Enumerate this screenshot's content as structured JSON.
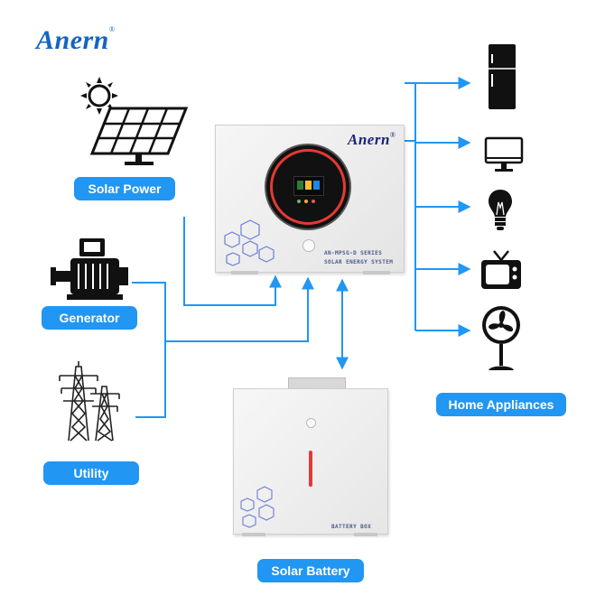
{
  "brand": {
    "name": "Anern",
    "registered_mark": "®"
  },
  "labels": {
    "solar_power": "Solar Power",
    "generator": "Generator",
    "utility": "Utility",
    "solar_battery": "Solar Battery",
    "home_appliances": "Home Appliances"
  },
  "inverter": {
    "series": "AN-MPSG-D SERIES",
    "system": "SOLAR ENERGY SYSTEM"
  },
  "battery": {
    "label": "BATTERY BOX"
  },
  "colors": {
    "accent": "#2196f3",
    "logo": "#1565c0",
    "ring": "#e53935",
    "battery_indicator": "#e53935"
  },
  "icons": [
    "sun-icon",
    "solar-panel-icon",
    "generator-icon",
    "power-tower-icon",
    "refrigerator-icon",
    "monitor-icon",
    "light-bulb-icon",
    "television-icon",
    "fan-icon"
  ]
}
